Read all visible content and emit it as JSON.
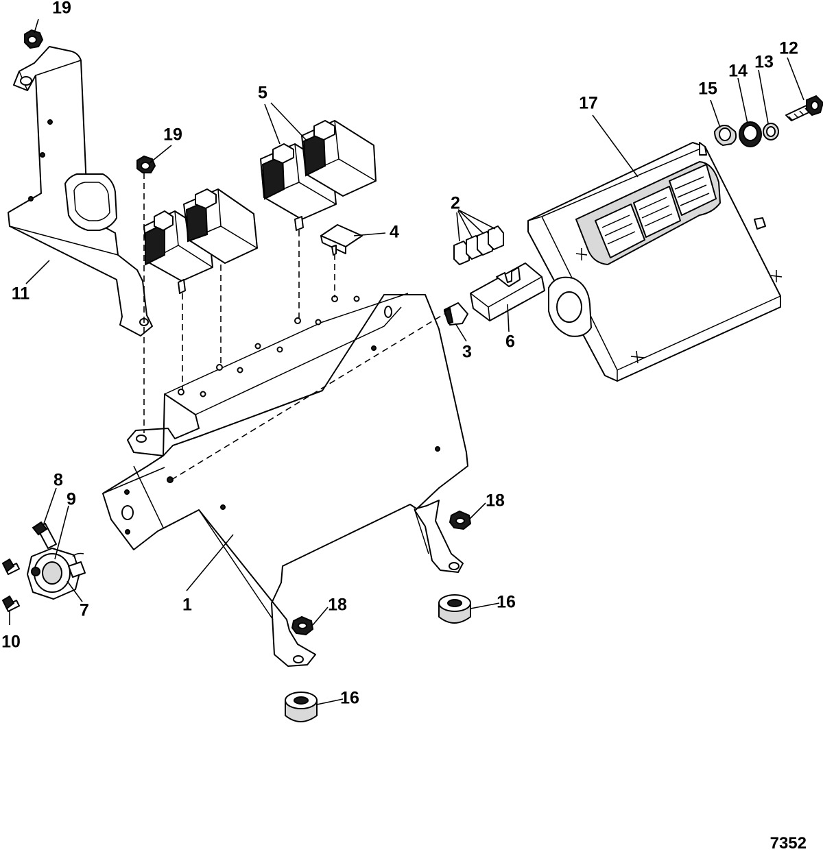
{
  "figure_number": "7352",
  "callouts": [
    {
      "id": "c1",
      "text": "1"
    },
    {
      "id": "c2",
      "text": "2"
    },
    {
      "id": "c3",
      "text": "3"
    },
    {
      "id": "c4",
      "text": "4"
    },
    {
      "id": "c5",
      "text": "5"
    },
    {
      "id": "c6",
      "text": "6"
    },
    {
      "id": "c7",
      "text": "7"
    },
    {
      "id": "c8",
      "text": "8"
    },
    {
      "id": "c9",
      "text": "9"
    },
    {
      "id": "c10",
      "text": "10"
    },
    {
      "id": "c11",
      "text": "11"
    },
    {
      "id": "c12",
      "text": "12"
    },
    {
      "id": "c13",
      "text": "13"
    },
    {
      "id": "c14",
      "text": "14"
    },
    {
      "id": "c15",
      "text": "15"
    },
    {
      "id": "c16a",
      "text": "16"
    },
    {
      "id": "c16b",
      "text": "16"
    },
    {
      "id": "c17",
      "text": "17"
    },
    {
      "id": "c18a",
      "text": "18"
    },
    {
      "id": "c18b",
      "text": "18"
    },
    {
      "id": "c19a",
      "text": "19"
    },
    {
      "id": "c19b",
      "text": "19"
    }
  ]
}
